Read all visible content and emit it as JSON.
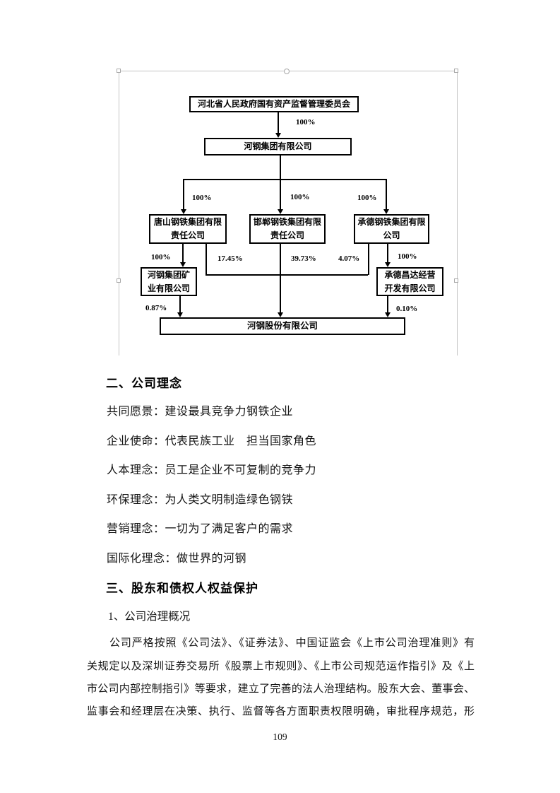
{
  "figure": {
    "nodes": {
      "sasac": "河北省人民政府国有资产监督管理委员会",
      "group": "河钢集团有限公司",
      "tangshan": "唐山钢铁集团有限\n责任公司",
      "handan": "邯郸钢铁集团有限\n责任公司",
      "chengde": "承德钢铁集团有限\n公司",
      "mining": "河钢集团矿\n业有限公司",
      "changda": "承德昌达经营\n开发有限公司",
      "hbis": "河钢股份有限公司"
    },
    "labels": {
      "sasac_group": "100%",
      "group_tangshan": "100%",
      "group_handan": "100%",
      "group_chengde": "100%",
      "tangshan_mining": "100%",
      "chengde_changda": "100%",
      "tangshan_hbis": "17.45%",
      "handan_hbis": "39.73%",
      "chengde_hbis": "4.07%",
      "mining_hbis": "0.87%",
      "changda_hbis": "0.10%"
    }
  },
  "sections": {
    "philosophy": {
      "heading": "二、公司理念",
      "lines": [
        "共同愿景：建设最具竞争力钢铁企业",
        "企业使命：代表民族工业　担当国家角色",
        "人本理念：员工是企业不可复制的竞争力",
        "环保理念：为人类文明制造绿色钢铁",
        "营销理念：一切为了满足客户的需求",
        "国际化理念：做世界的河钢"
      ]
    },
    "governance": {
      "heading": "三、股东和债权人权益保护",
      "subheading": "1、公司治理概况",
      "paragraph_lines": [
        "公司严格按照《公司法》、《证券法》、中国证监会《上市公司治理准则》有",
        "关规定以及深圳证券交易所《股票上市规则》、《上市公司规范运作指引》及《上",
        "市公司内部控制指引》等要求，建立了完善的法人治理结构。股东大会、董事会、",
        "监事会和经理层在决策、执行、监督等各方面职责权限明确，审批程序规范，形"
      ]
    }
  },
  "footer": {
    "page_number": "109"
  }
}
